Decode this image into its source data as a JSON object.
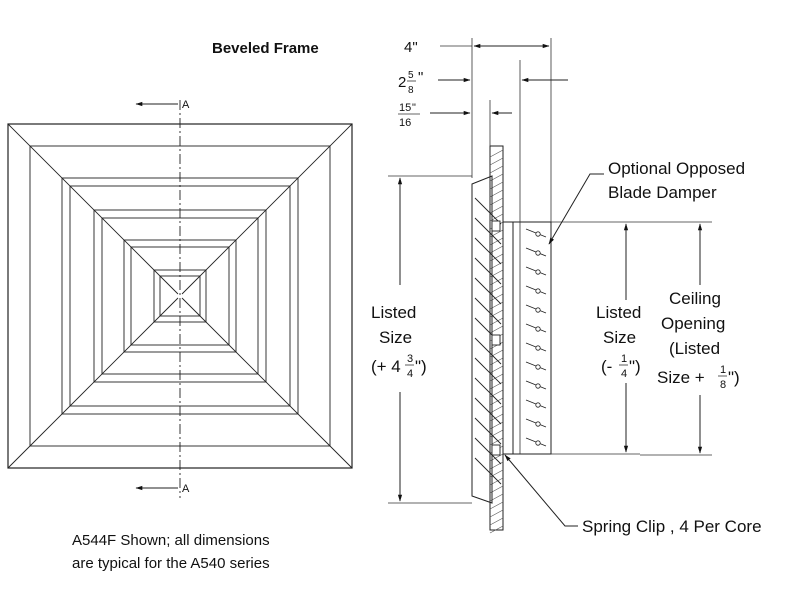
{
  "title": "Beveled Frame",
  "section_marker": "A",
  "dimensions": {
    "depth": "4\"",
    "mid_whole": "2",
    "mid_num": "5",
    "mid_den": "8",
    "mid_unit": "\"",
    "small_num": "15",
    "small_unit": "\"",
    "small_den": "16"
  },
  "left_size": {
    "line1": "Listed",
    "line2": "Size",
    "paren_open": "(+ 4",
    "frac_num": "3",
    "frac_den": "4",
    "paren_close": "\")"
  },
  "mid_size": {
    "line1": "Listed",
    "line2": "Size",
    "paren_open": "(- ",
    "frac_num": "1",
    "frac_den": "4",
    "paren_close": "\")"
  },
  "ceiling": {
    "line1": "Ceiling",
    "line2": "Opening",
    "line3": "(Listed",
    "line4_pre": "Size + ",
    "frac_num": "1",
    "frac_den": "8",
    "line4_post": "\")"
  },
  "damper_callout": {
    "line1": "Optional Opposed",
    "line2": "Blade Damper"
  },
  "clip_callout": "Spring Clip , 4 Per Core",
  "footnote": {
    "line1": "A544F Shown; all dimensions",
    "line2": "are typical for the A540 series"
  }
}
